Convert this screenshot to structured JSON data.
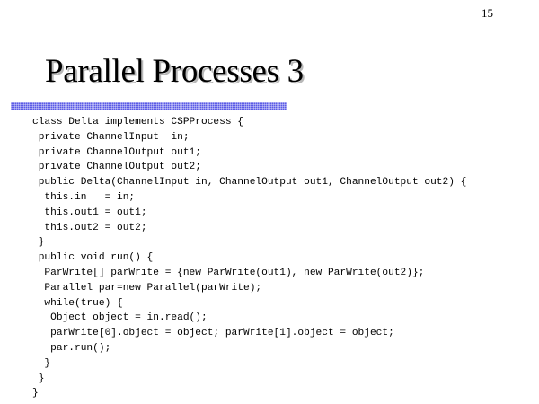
{
  "slide": {
    "page_number": "15",
    "title": "Parallel Processes 3",
    "code_lines": [
      "class Delta implements CSPProcess {",
      " private ChannelInput  in;",
      " private ChannelOutput out1;",
      " private ChannelOutput out2;",
      " public Delta(ChannelInput in, ChannelOutput out1, ChannelOutput out2) {",
      "  this.in   = in;",
      "  this.out1 = out1;",
      "  this.out2 = out2;",
      " }",
      " public void run() {",
      "  ParWrite[] parWrite = {new ParWrite(out1), new ParWrite(out2)};",
      "  Parallel par=new Parallel(parWrite);",
      "  while(true) {",
      "   Object object = in.read();",
      "   parWrite[0].object = object; parWrite[1].object = object;",
      "   par.run();",
      "  }",
      " }",
      "}"
    ]
  },
  "colors": {
    "background": "#ffffff",
    "text": "#000000",
    "title_rule": "#5b5be6",
    "title_shadow": "#b8b8b8"
  }
}
